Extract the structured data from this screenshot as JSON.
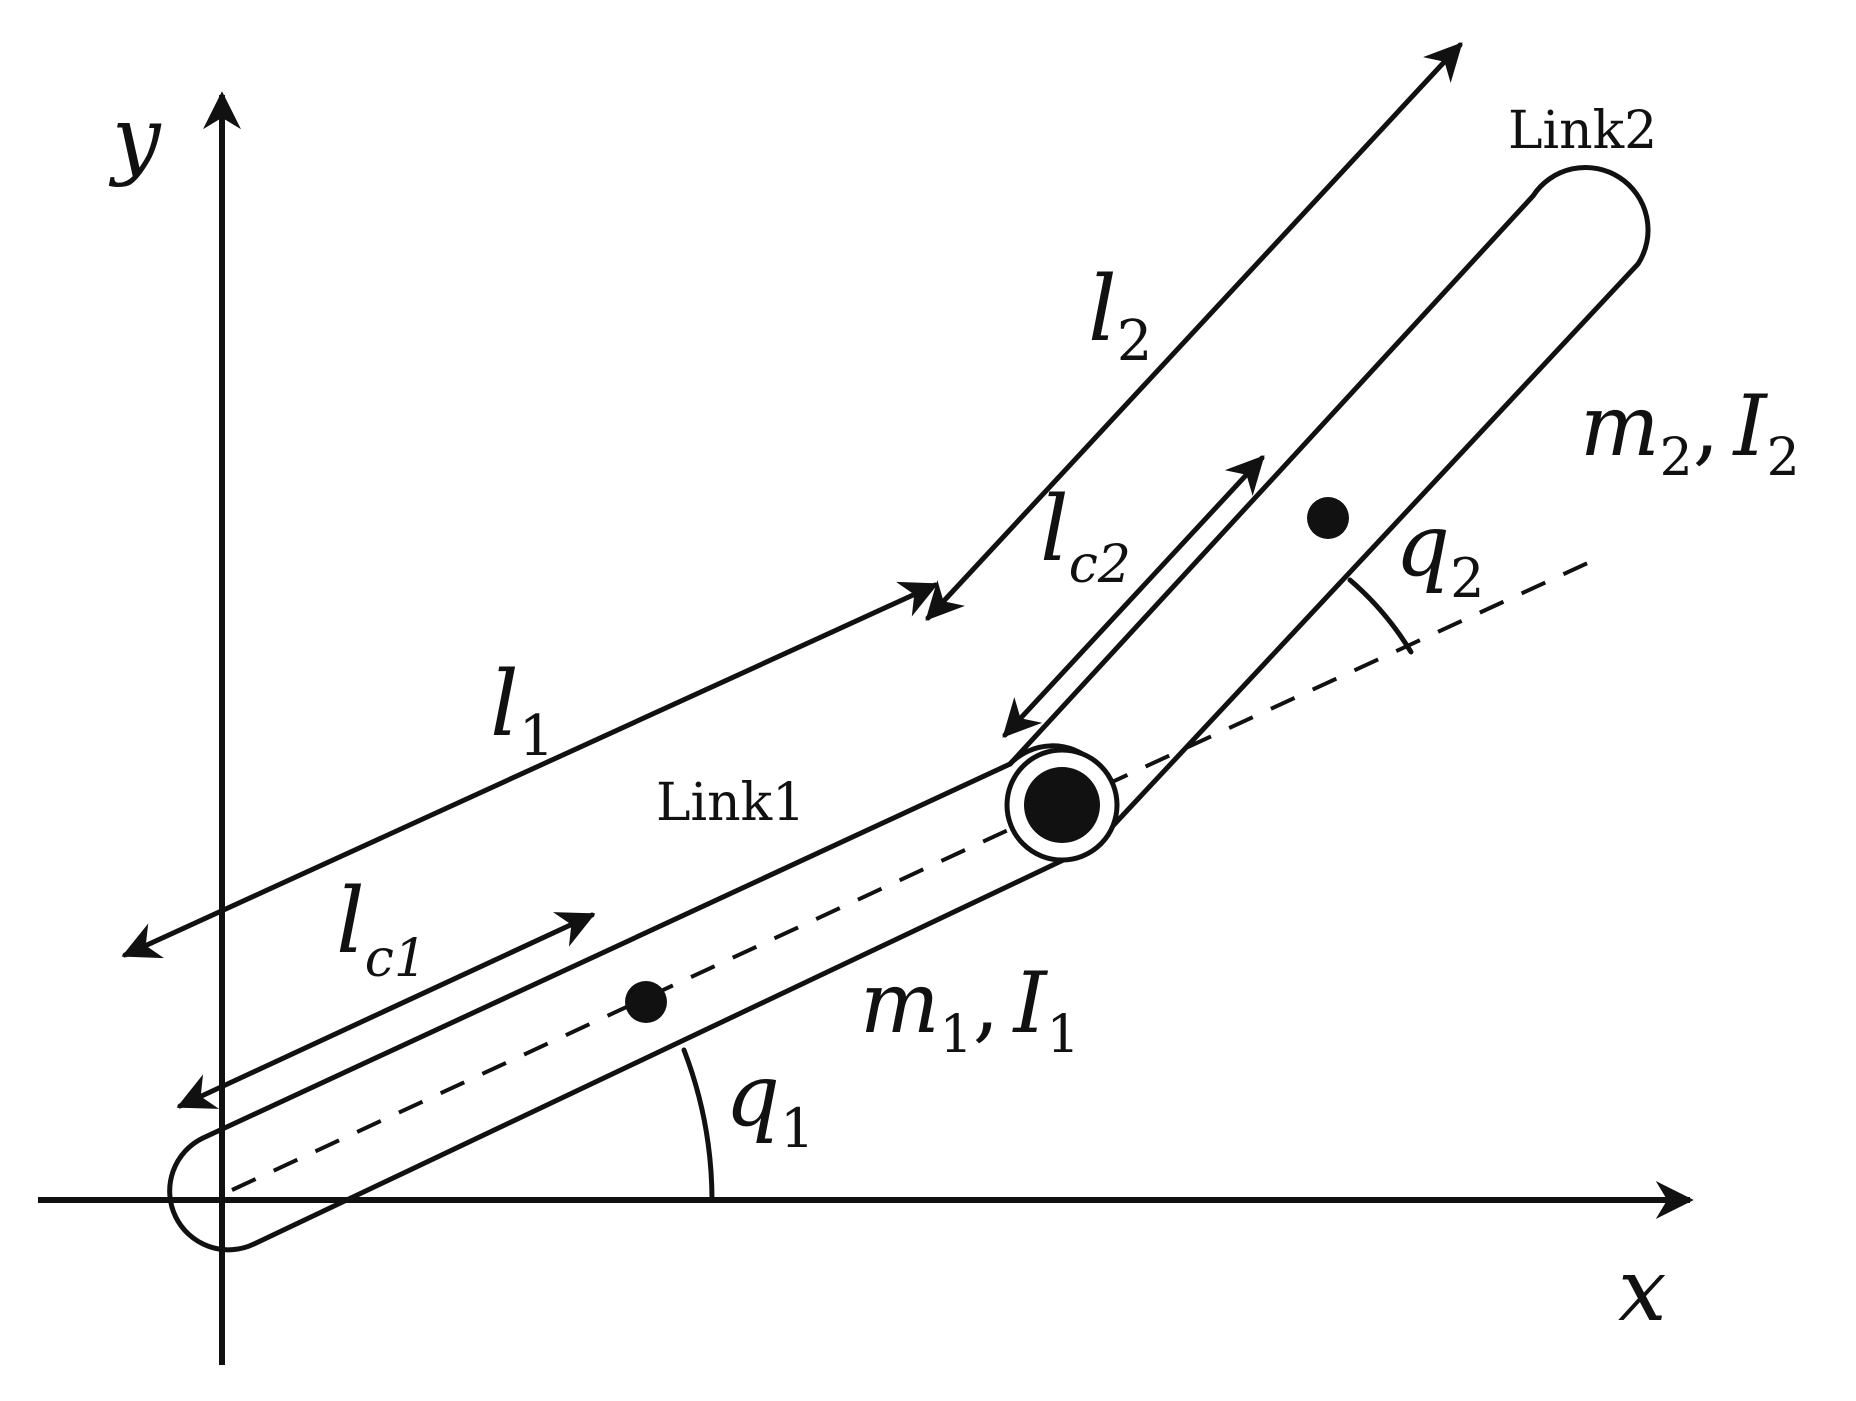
{
  "axes": {
    "x_label": "x",
    "y_label": "y"
  },
  "links": [
    {
      "name": "Link1",
      "length_label": "l",
      "length_sub": "1",
      "com_label": "l",
      "com_sub": "c1",
      "mass_label": "m",
      "mass_sub": "1",
      "sep": ",",
      "inertia_label": "I",
      "inertia_sub": "1",
      "angle_label": "q",
      "angle_sub": "1"
    },
    {
      "name": "Link2",
      "length_label": "l",
      "length_sub": "2",
      "com_label": "l",
      "com_sub": "c2",
      "mass_label": "m",
      "mass_sub": "2",
      "sep": ",",
      "inertia_label": "I",
      "inertia_sub": "2",
      "angle_label": "q",
      "angle_sub": "2"
    }
  ]
}
